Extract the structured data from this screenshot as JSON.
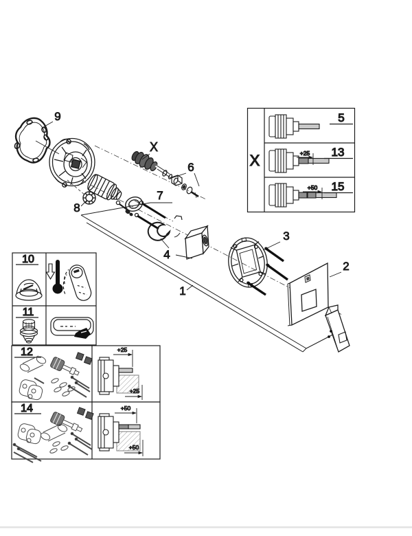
{
  "figure": {
    "kind": "exploded-parts-diagram",
    "subject": "concealed-mixer-trim-set"
  },
  "callouts": {
    "c1": "1",
    "c2": "2",
    "c3": "3",
    "c4": "4",
    "c6": "6",
    "c7": "7",
    "c8": "8",
    "c9": "9",
    "x": "X"
  },
  "variant_box": {
    "column_label": "X",
    "rows": [
      {
        "label": "5"
      },
      {
        "label": "13",
        "dimension": "+25"
      },
      {
        "label": "15",
        "dimension": "+50"
      }
    ]
  },
  "service_boxes": {
    "box10": {
      "label": "10"
    },
    "box11": {
      "label": "11"
    },
    "box12": {
      "label": "12",
      "dim_top": "+25",
      "dim_bottom": "+25"
    },
    "box14": {
      "label": "14",
      "dim_top": "+50",
      "dim_bottom": "+50"
    }
  },
  "colors": {
    "line": "#1c1c1c",
    "screw_black": "#111111",
    "extension_gray": "#8f8f8f",
    "stem_gray": "#c9c9c9",
    "bottom_rule": "#e3e3e3",
    "background": "#ffffff"
  }
}
